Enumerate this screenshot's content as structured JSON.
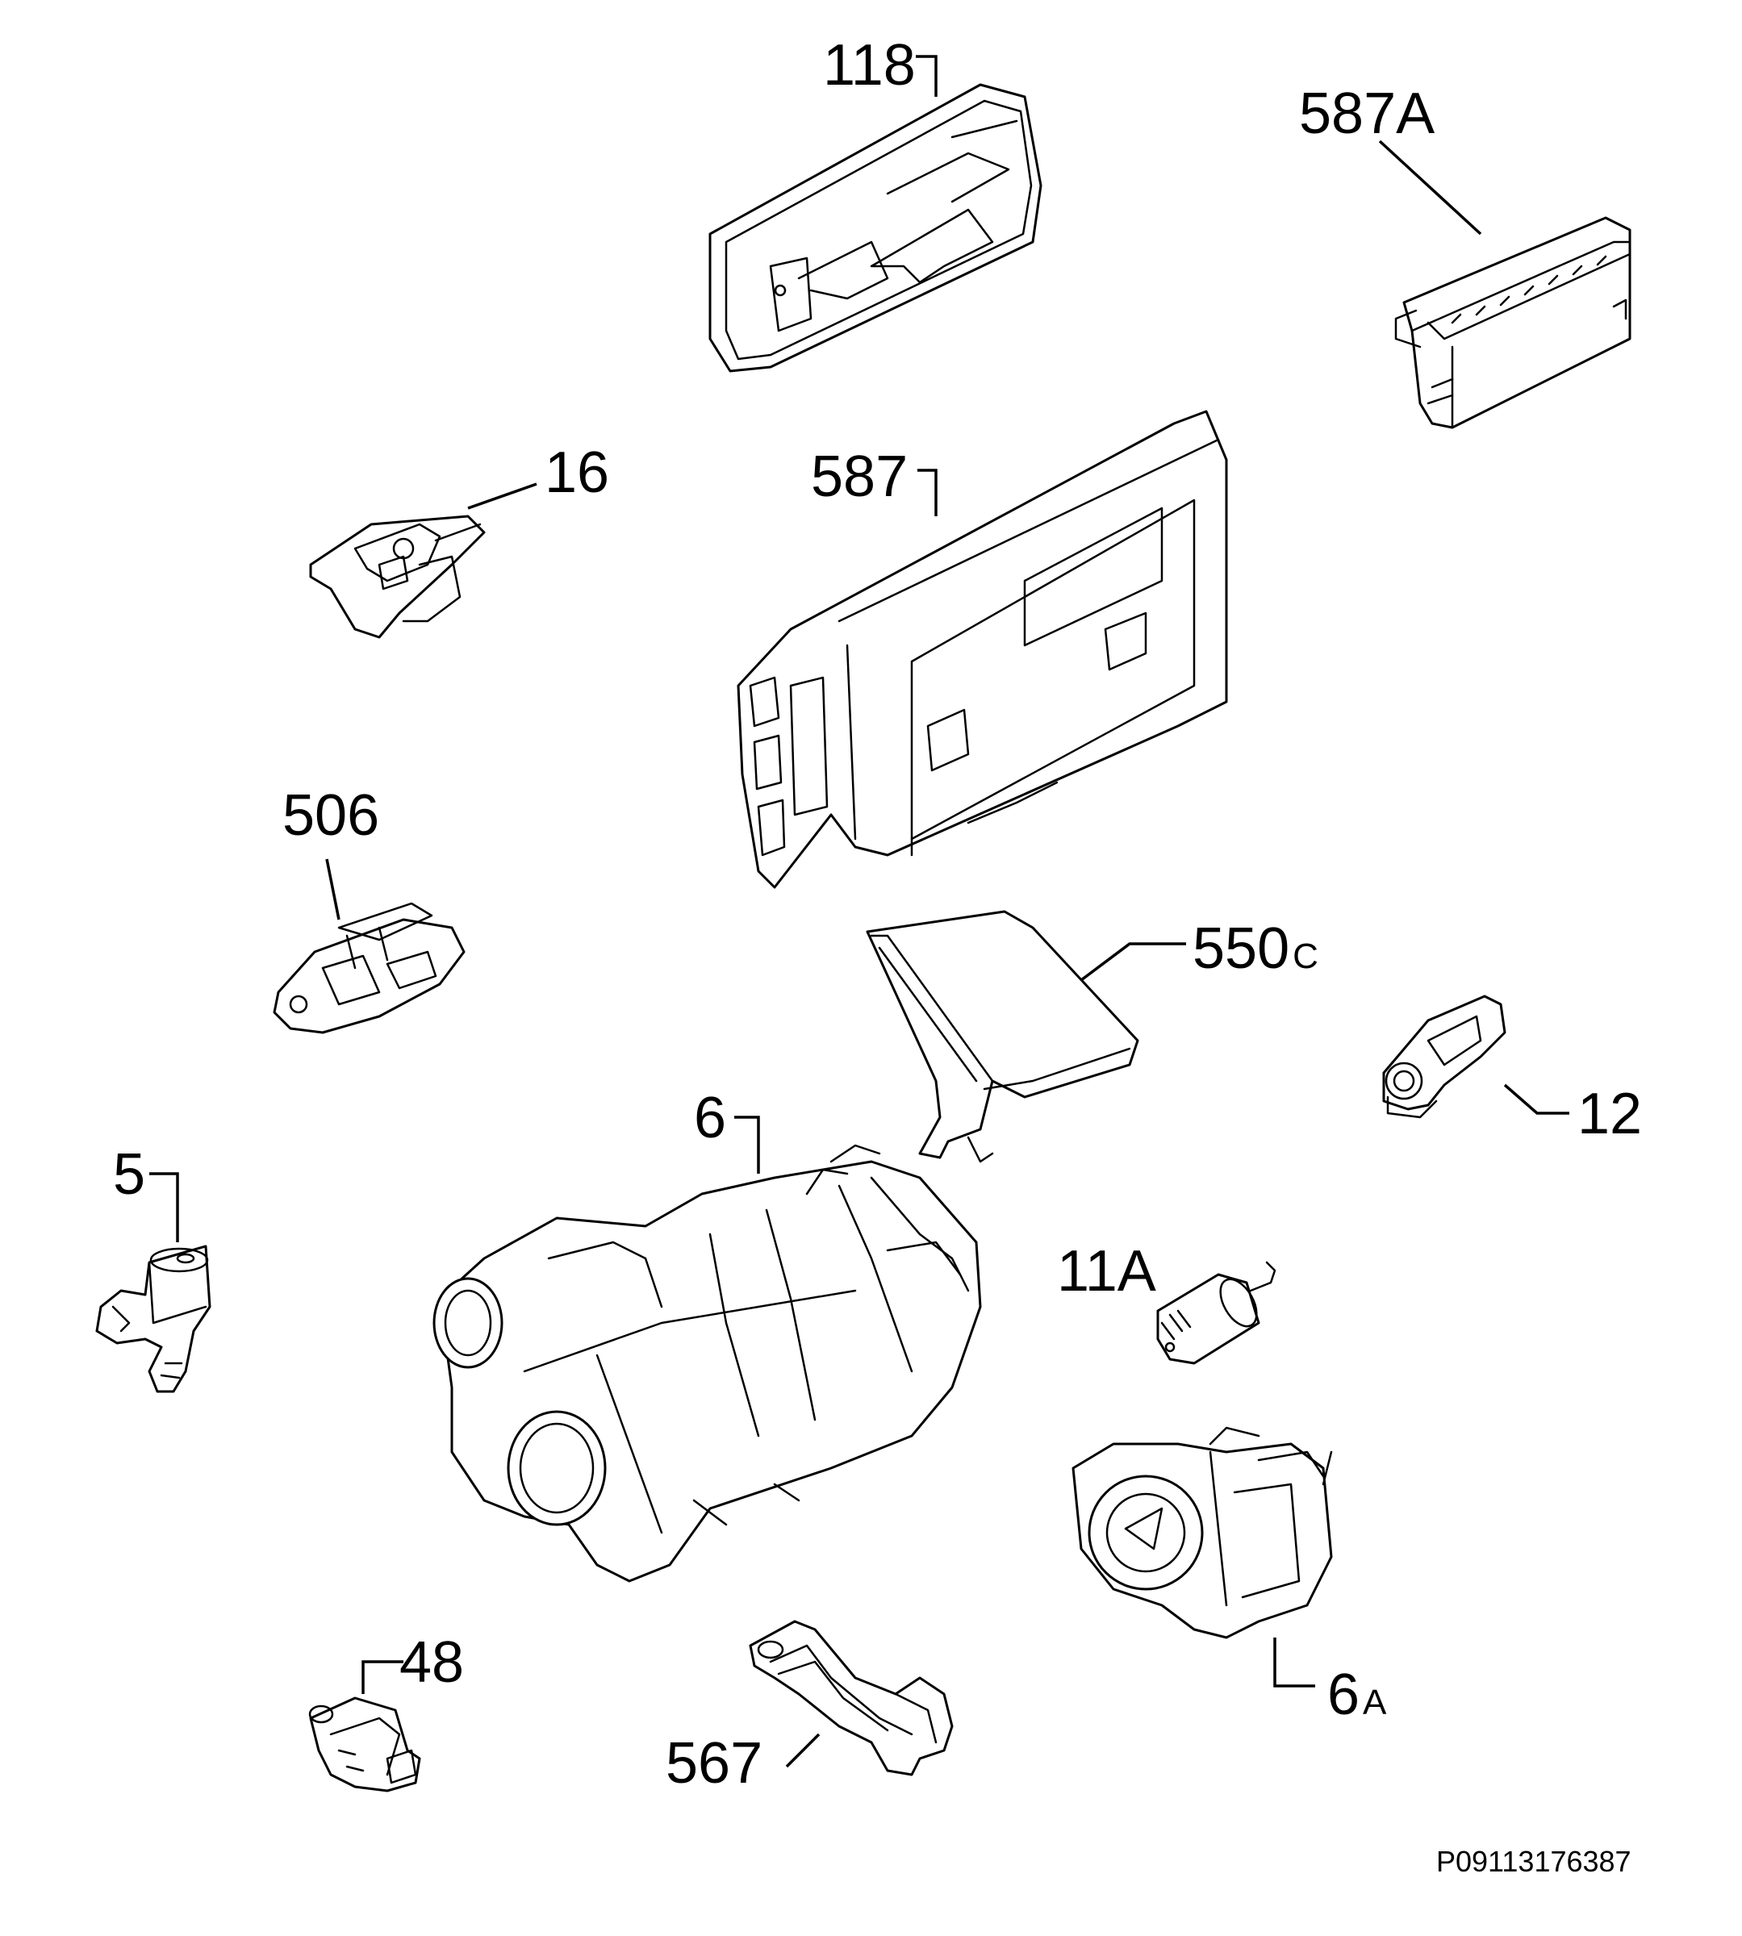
{
  "diagram": {
    "parts": [
      {
        "main": "118",
        "suffix": ""
      },
      {
        "main": "587",
        "suffix": "A"
      },
      {
        "main": "16",
        "suffix": ""
      },
      {
        "main": "587",
        "suffix": ""
      },
      {
        "main": "506",
        "suffix": ""
      },
      {
        "main": "550",
        "suffix": "C"
      },
      {
        "main": "12",
        "suffix": ""
      },
      {
        "main": "6",
        "suffix": ""
      },
      {
        "main": "5",
        "suffix": ""
      },
      {
        "main": "11",
        "suffix": "A"
      },
      {
        "main": "48",
        "suffix": ""
      },
      {
        "main": "567",
        "suffix": ""
      },
      {
        "main": "6",
        "suffix": "A"
      }
    ],
    "drawing_code": "P09113176387"
  },
  "colors": {
    "line": "#000000",
    "background": "#ffffff"
  }
}
